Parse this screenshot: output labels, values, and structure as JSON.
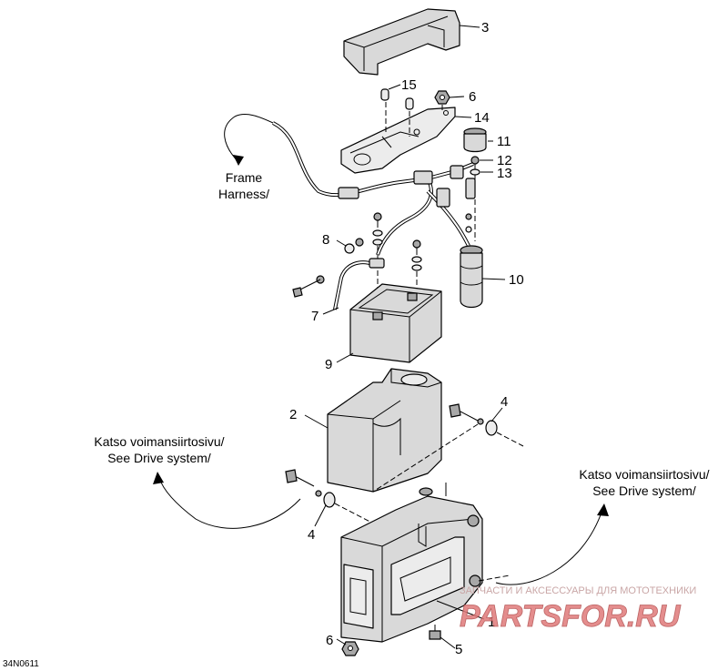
{
  "diagram": {
    "callouts": [
      "1",
      "2",
      "3",
      "4",
      "4",
      "5",
      "6",
      "6",
      "7",
      "8",
      "9",
      "10",
      "11",
      "12",
      "13",
      "14",
      "15"
    ],
    "notes": {
      "frame_harness_line1": "Frame",
      "frame_harness_line2": "Harness/",
      "drive_left_line1": "Katso voimansiirtosivu/",
      "drive_left_line2": "See Drive system/",
      "drive_right_line1": "Katso voimansiirtosivu/",
      "drive_right_line2": "See Drive system/"
    },
    "reference_code": "34N0611"
  },
  "watermark": {
    "tagline": "ЗАПЧАСТИ И АКСЕССУАРЫ ДЛЯ МОТОТЕХНИКИ",
    "brand": "PARTSFOR.RU"
  }
}
